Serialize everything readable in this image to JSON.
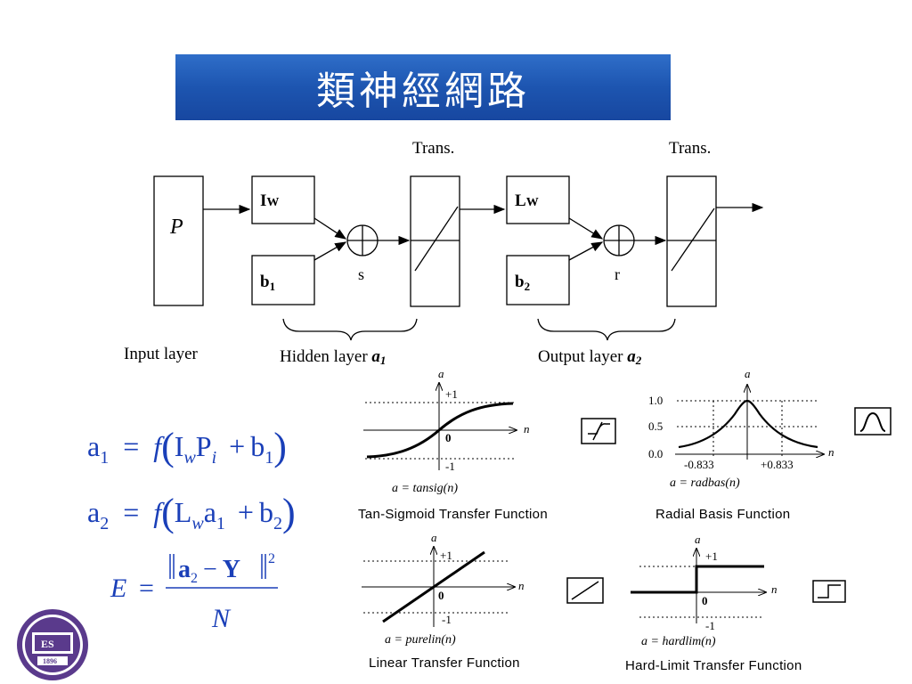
{
  "title": "類神經網路",
  "diagram": {
    "input_block": "P",
    "hidden": {
      "weight": "I",
      "weight_sub": "W",
      "bias": "b",
      "bias_sub": "1",
      "sum": "s",
      "trans": "Trans."
    },
    "output": {
      "weight": "L",
      "weight_sub": "W",
      "bias": "b",
      "bias_sub": "2",
      "sum": "r",
      "trans": "Trans."
    },
    "labels": {
      "input_layer": "Input layer",
      "hidden_layer": "Hidden layer ",
      "hidden_sym": "a",
      "hidden_sub": "1",
      "output_layer": "Output layer ",
      "output_sym": "a",
      "output_sub": "2"
    }
  },
  "equations": {
    "eq1": {
      "lhs": "a",
      "lhs_sub": "1",
      "eq": "=",
      "f": "f",
      "w": "I",
      "w_sub": "w",
      "p": "P",
      "p_sub": "i",
      "plus": "+",
      "b": "b",
      "b_sub": "1"
    },
    "eq2": {
      "lhs": "a",
      "lhs_sub": "2",
      "eq": "=",
      "f": "f",
      "w": "L",
      "w_sub": "w",
      "x": "a",
      "x_sub": "1",
      "plus": "+",
      "b": "b",
      "b_sub": "2"
    },
    "eq3": {
      "lhs": "E",
      "eq": "=",
      "num_a": "a",
      "num_a_sub": "2",
      "minus": "−",
      "num_y": "Y",
      "exp": "2",
      "den": "N"
    }
  },
  "transfer_functions": [
    {
      "name": "Tan-Sigmoid Transfer Function",
      "formula": "a = tansig(n)",
      "axis_y": "a",
      "axis_x": "n",
      "top": "+1",
      "bottom": "-1",
      "origin": "0",
      "icon": "tansig-icon"
    },
    {
      "name": "Radial Basis Function",
      "formula": "a = radbas(n)",
      "axis_y": "a",
      "axis_x": "n",
      "y_ticks": [
        "1.0",
        "0.5",
        "0.0"
      ],
      "x_ticks": [
        "-0.833",
        "+0.833"
      ],
      "icon": "radbas-icon"
    },
    {
      "name": "Linear Transfer Function",
      "formula": "a = purelin(n)",
      "axis_y": "a",
      "axis_x": "n",
      "top": "+1",
      "bottom": "-1",
      "origin": "0",
      "icon": "purelin-icon"
    },
    {
      "name": "Hard-Limit Transfer Function",
      "formula": "a = hardlim(n)",
      "axis_y": "a",
      "axis_x": "n",
      "top": "+1",
      "bottom": "-1",
      "origin": "0",
      "icon": "hardlim-icon"
    }
  ],
  "logo": {
    "year": "1896",
    "letters": "ES"
  },
  "colors": {
    "title_bg": "#1d55b0",
    "equation": "#1a3fb8",
    "logo": "#5a3a8c"
  }
}
